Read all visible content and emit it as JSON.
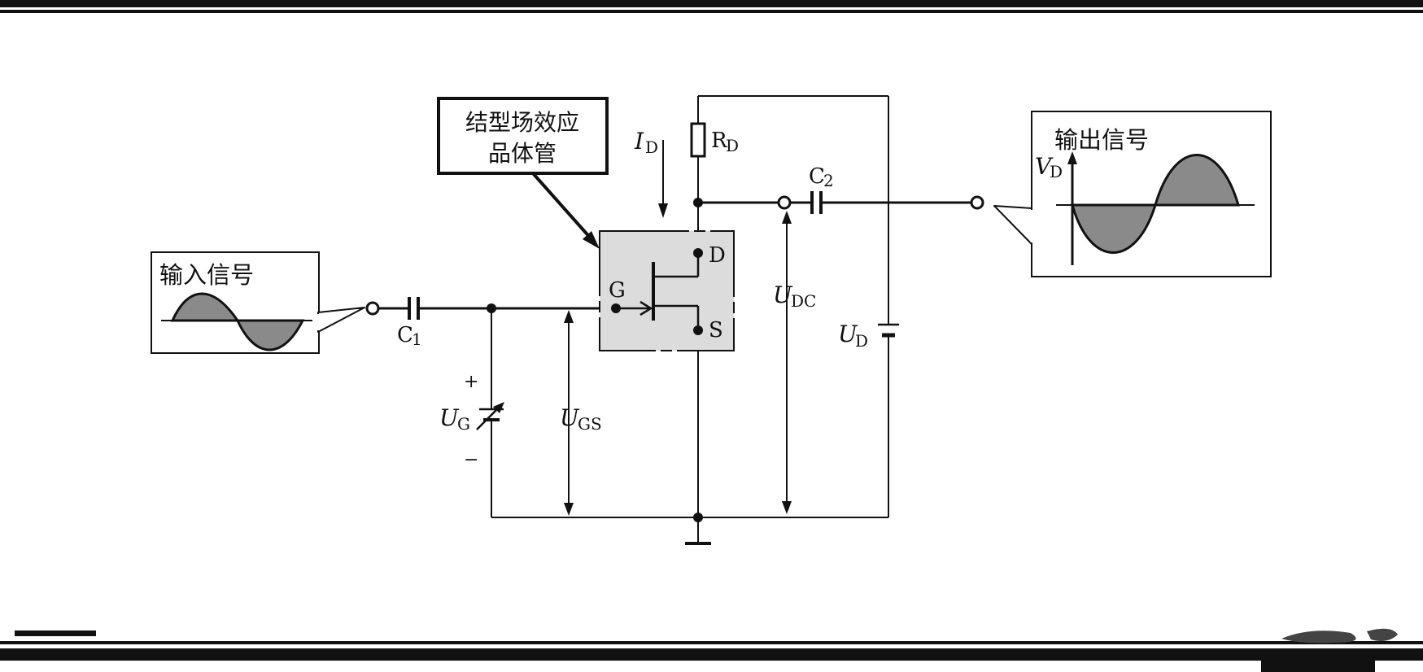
{
  "labels": {
    "input_signal": "输入信号",
    "output_signal": "输出信号",
    "jfet_callout_line1": "结型场效应",
    "jfet_callout_line2": "品体管",
    "drain": "D",
    "gate": "G",
    "source": "S",
    "c1": {
      "main": "C",
      "sub": "1"
    },
    "c2": {
      "main": "C",
      "sub": "2"
    },
    "rd": {
      "main": "R",
      "sub": "D"
    },
    "id": {
      "main": "I",
      "sub": "D"
    },
    "vd": {
      "main": "V",
      "sub": "D"
    },
    "ug": {
      "main": "U",
      "sub": "G"
    },
    "ugs": {
      "main": "U",
      "sub": "GS"
    },
    "udc": {
      "main": "U",
      "sub": "DC"
    },
    "ud": {
      "main": "U",
      "sub": "D"
    },
    "plus": "+",
    "minus": "−"
  },
  "colors": {
    "line": "#111111",
    "wave_fill": "#8a8a8a",
    "jfet_box": "#dcdcdc",
    "background": "#ffffff"
  }
}
